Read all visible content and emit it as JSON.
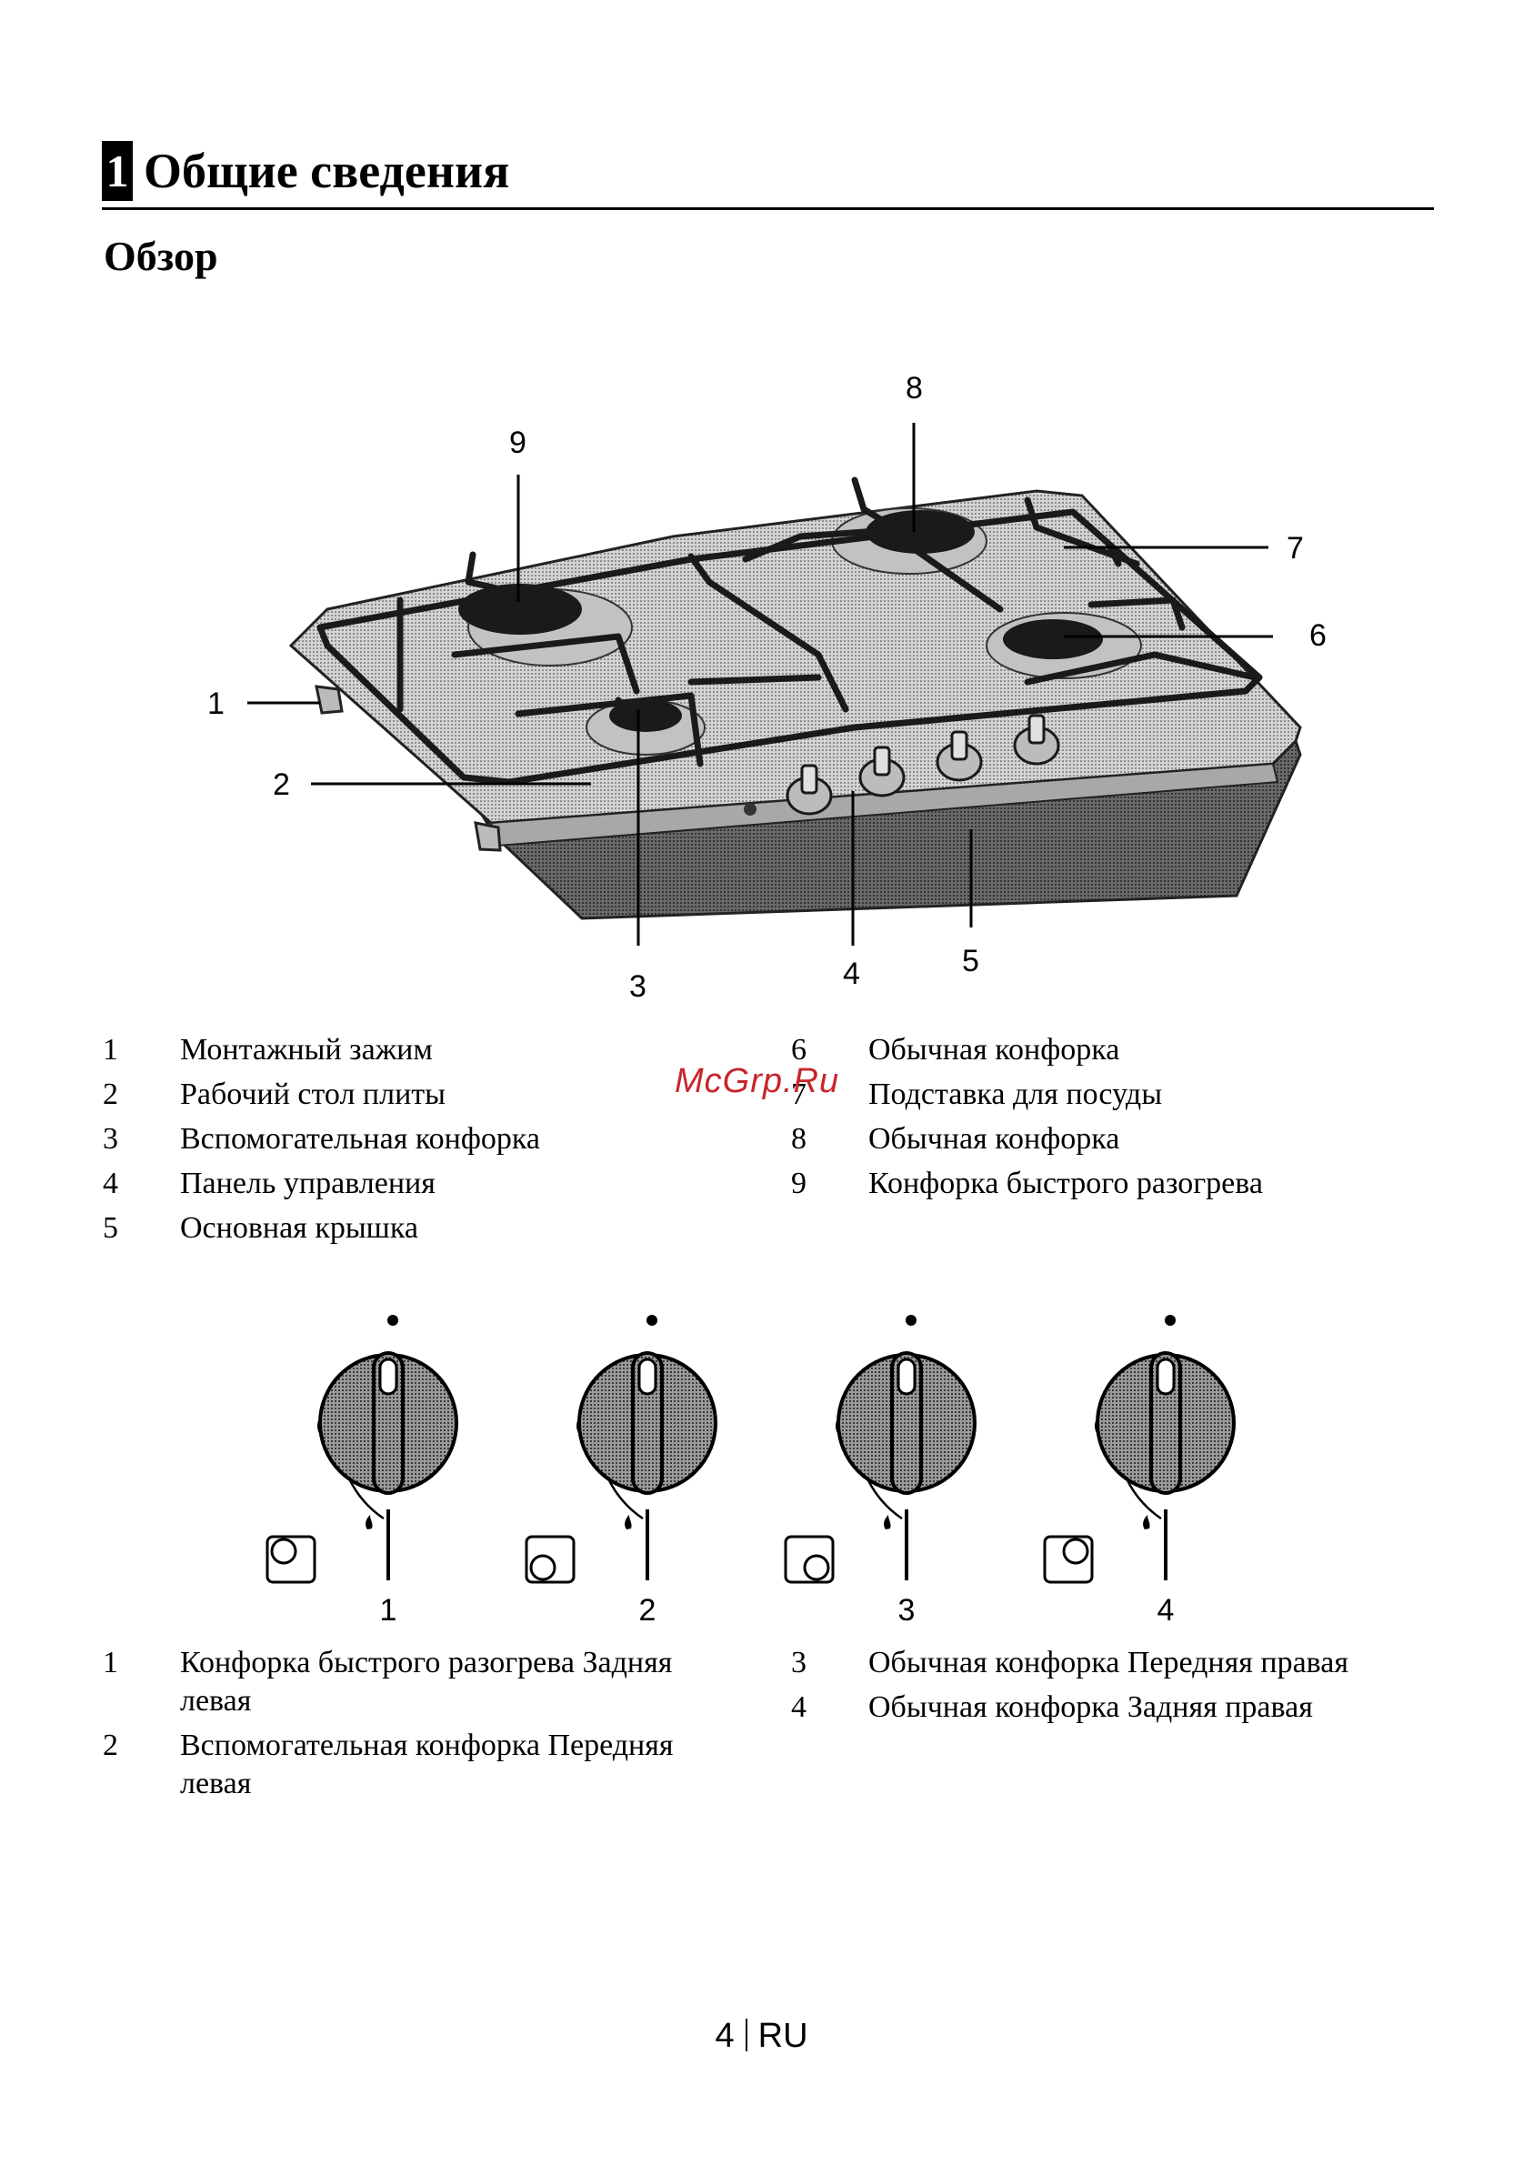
{
  "chapter": {
    "number": "1",
    "title": "Общие сведения"
  },
  "section": {
    "title": "Обзор"
  },
  "hob_diagram": {
    "callouts": [
      "1",
      "2",
      "3",
      "4",
      "5",
      "6",
      "7",
      "8",
      "9"
    ]
  },
  "parts_legend": {
    "left": [
      {
        "num": "1",
        "label": "Монтажный зажим"
      },
      {
        "num": "2",
        "label": "Рабочий стол плиты"
      },
      {
        "num": "3",
        "label": "Вспомогательная конфорка"
      },
      {
        "num": "4",
        "label": "Панель управления"
      },
      {
        "num": "5",
        "label": "Основная крышка"
      }
    ],
    "right": [
      {
        "num": "6",
        "label": "Обычная конфорка"
      },
      {
        "num": "7",
        "label": "Подставка для посуды"
      },
      {
        "num": "8",
        "label": "Обычная конфорка"
      },
      {
        "num": "9",
        "label": "Конфорка быстрого разогрева"
      }
    ]
  },
  "knob_diagram": {
    "labels": [
      "1",
      "2",
      "3",
      "4"
    ]
  },
  "knob_legend": {
    "left": [
      {
        "num": "1",
        "line1": "Конфорка быстрого разогрева Задняя",
        "line2": "левая"
      },
      {
        "num": "2",
        "line1": "Вспомогательная конфорка Передняя",
        "line2": "левая"
      }
    ],
    "right": [
      {
        "num": "3",
        "label": "Обычная конфорка Передняя правая"
      },
      {
        "num": "4",
        "label": "Обычная конфорка Задняя правая"
      }
    ]
  },
  "watermark": "McGrp.Ru",
  "footer": {
    "page": "4",
    "lang": "RU"
  }
}
